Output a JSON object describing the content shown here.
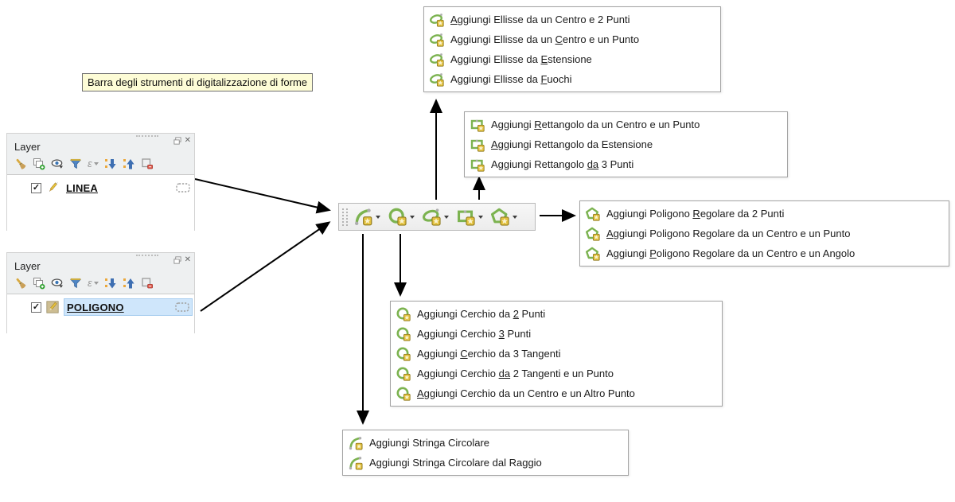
{
  "tooltip": {
    "text": "Barra degli strumenti di digitalizzazione di forme"
  },
  "icons": {
    "dropdown": "▾",
    "close": "✕",
    "epsilon": "ε",
    "check": "✓"
  },
  "colors": {
    "accent_green": "#7cb350",
    "badge_yellow": "#e3c13e",
    "selection_blue": "#cfe6fb",
    "tooltip_bg": "#fdfcd6",
    "arrow": "#000000"
  },
  "shape_toolbar": {
    "buttons": [
      {
        "icon": "circular-string-icon"
      },
      {
        "icon": "circle-icon"
      },
      {
        "icon": "ellipse-icon"
      },
      {
        "icon": "rectangle-icon"
      },
      {
        "icon": "regular-polygon-icon"
      }
    ]
  },
  "layer_panels": [
    {
      "title": "Layer",
      "layer": {
        "name": "LINEA",
        "checked": true
      },
      "selected": false
    },
    {
      "title": "Layer",
      "layer": {
        "name": "POLIGONO",
        "checked": true
      },
      "selected": true
    }
  ],
  "menus": {
    "ellipse": {
      "items": [
        {
          "pre": "",
          "u": "A",
          "post": "ggiungi Ellisse da un Centro e 2 Punti"
        },
        {
          "pre": "Aggiungi Ellisse da un ",
          "u": "C",
          "post": "entro e un Punto"
        },
        {
          "pre": "Aggiungi Ellisse da ",
          "u": "E",
          "post": "stensione"
        },
        {
          "pre": "Aggiungi Ellisse da ",
          "u": "F",
          "post": "uochi"
        }
      ]
    },
    "rectangle": {
      "items": [
        {
          "pre": "Aggiungi ",
          "u": "R",
          "post": "ettangolo da un Centro e un Punto"
        },
        {
          "pre": "",
          "u": "A",
          "post": "ggiungi Rettangolo da Estensione"
        },
        {
          "pre": "Aggiungi Rettangolo ",
          "u": "da",
          "post": " 3 Punti"
        }
      ]
    },
    "polygon": {
      "items": [
        {
          "pre": "Aggiungi Poligono ",
          "u": "R",
          "post": "egolare da 2 Punti"
        },
        {
          "pre": "",
          "u": "A",
          "post": "ggiungi Poligono Regolare da un Centro e un Punto"
        },
        {
          "pre": "Aggiungi ",
          "u": "P",
          "post": "oligono Regolare da un Centro e un Angolo"
        }
      ]
    },
    "circle": {
      "items": [
        {
          "pre": "Aggiungi Cerchio da ",
          "u": "2",
          "post": " Punti"
        },
        {
          "pre": "Aggiungi Cerchio ",
          "u": "3",
          "post": " Punti"
        },
        {
          "pre": "Aggiungi ",
          "u": "C",
          "post": "erchio da 3 Tangenti"
        },
        {
          "pre": "Aggiungi Cerchio ",
          "u": "da",
          "post": " 2 Tangenti e un Punto"
        },
        {
          "pre": "",
          "u": "A",
          "post": "ggiungi Cerchio da un Centro e un Altro Punto"
        }
      ]
    },
    "circular_string": {
      "items": [
        {
          "pre": "Aggiungi Stringa Circolare",
          "u": "",
          "post": ""
        },
        {
          "pre": "Aggiungi Stringa Circolare dal Raggio",
          "u": "",
          "post": ""
        }
      ]
    }
  }
}
